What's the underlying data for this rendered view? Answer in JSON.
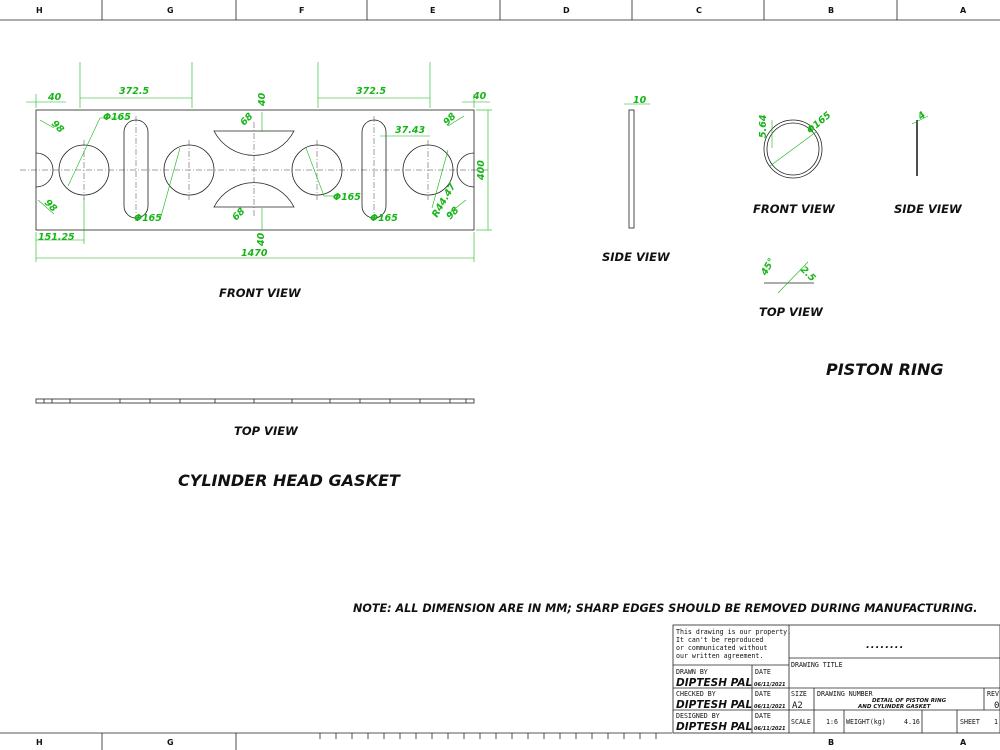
{
  "zones_top": [
    "H",
    "G",
    "F",
    "E",
    "D",
    "C",
    "B",
    "A"
  ],
  "zones_bottom": [
    "H",
    "G",
    "B",
    "A"
  ],
  "gasket": {
    "title": "CYLINDER HEAD GASKET",
    "front_view_label": "FRONT VIEW",
    "top_view_label": "TOP VIEW",
    "dims": {
      "d_40_left": "40",
      "d_372_left": "372.5",
      "d_372_right": "372.5",
      "d_40_right": "40",
      "d_98_tl": "98",
      "d_phi165_top": "Φ165",
      "d_40_topmid": "40",
      "d_68_top": "68",
      "d_98_tr": "98",
      "d_37_43": "37.43",
      "d_400": "400",
      "d_98_bl": "98",
      "d_phi165_slot_l": "Φ165",
      "d_68_bot": "68",
      "d_phi165_mid": "Φ165",
      "d_phi165_slot_r": "Φ165",
      "d_r44": "R44.47",
      "d_98_br": "98",
      "d_151": "151.25",
      "d_40_botmid": "40",
      "d_1470": "1470"
    }
  },
  "piston": {
    "title": "PISTON RING",
    "side_view_left_label": "SIDE VIEW",
    "front_view_label": "FRONT VIEW",
    "side_view_right_label": "SIDE VIEW",
    "top_view_label": "TOP VIEW",
    "dims": {
      "d_10": "10",
      "d_5_64": "5.64",
      "d_phi165": "Φ165",
      "d_4": "4",
      "d_45": "45°",
      "d_2_5": "2.5"
    }
  },
  "note": "NOTE: ALL DIMENSION ARE IN MM; SHARP EDGES SHOULD BE REMOVED DURING MANUFACTURING.",
  "title_block": {
    "property_lines": [
      "This drawing is our property.",
      "It can't be reproduced",
      "or communicated without",
      "our written agreement."
    ],
    "dots": "........",
    "drawing_title_label": "DRAWING TITLE",
    "drawn_by_label": "DRAWN BY",
    "drawn_by": "DIPTESH PAL",
    "checked_by_label": "CHECKED BY",
    "checked_by": "DIPTESH PAL",
    "designed_by_label": "DESIGNED BY",
    "designed_by": "DIPTESH PAL",
    "date_label": "DATE",
    "date_value": "06/11/2021",
    "size_label": "SIZE",
    "size_value": "A2",
    "drawing_number_label": "DRAWING NUMBER",
    "drawing_number_line1": "DETAIL OF PISTON RING",
    "drawing_number_line2": "AND CYLINDER GASKET",
    "rev_label": "REV",
    "rev_value": "0",
    "scale_label": "SCALE",
    "scale_value": "1:6",
    "weight_label": "WEIGHT(kg)",
    "weight_value": "4.16",
    "sheet_label": "SHEET",
    "sheet_value": "1"
  }
}
